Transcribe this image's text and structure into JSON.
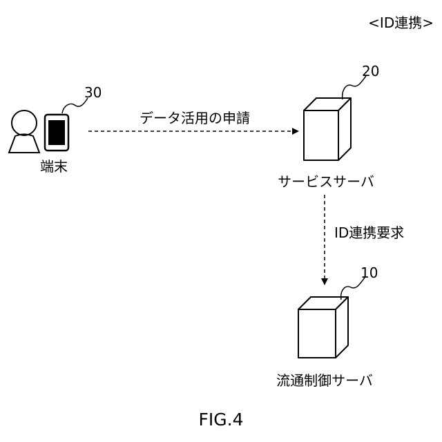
{
  "header": {
    "label": "<ID連携>"
  },
  "terminal": {
    "ref": "30",
    "label": "端末"
  },
  "service_server": {
    "ref": "20",
    "label": "サービスサーバ"
  },
  "flow_control_server": {
    "ref": "10",
    "label": "流通制御サーバ"
  },
  "arrows": {
    "request": "データ活用の申請",
    "id_link": "ID連携要求"
  },
  "figure_label": "FIG.4"
}
